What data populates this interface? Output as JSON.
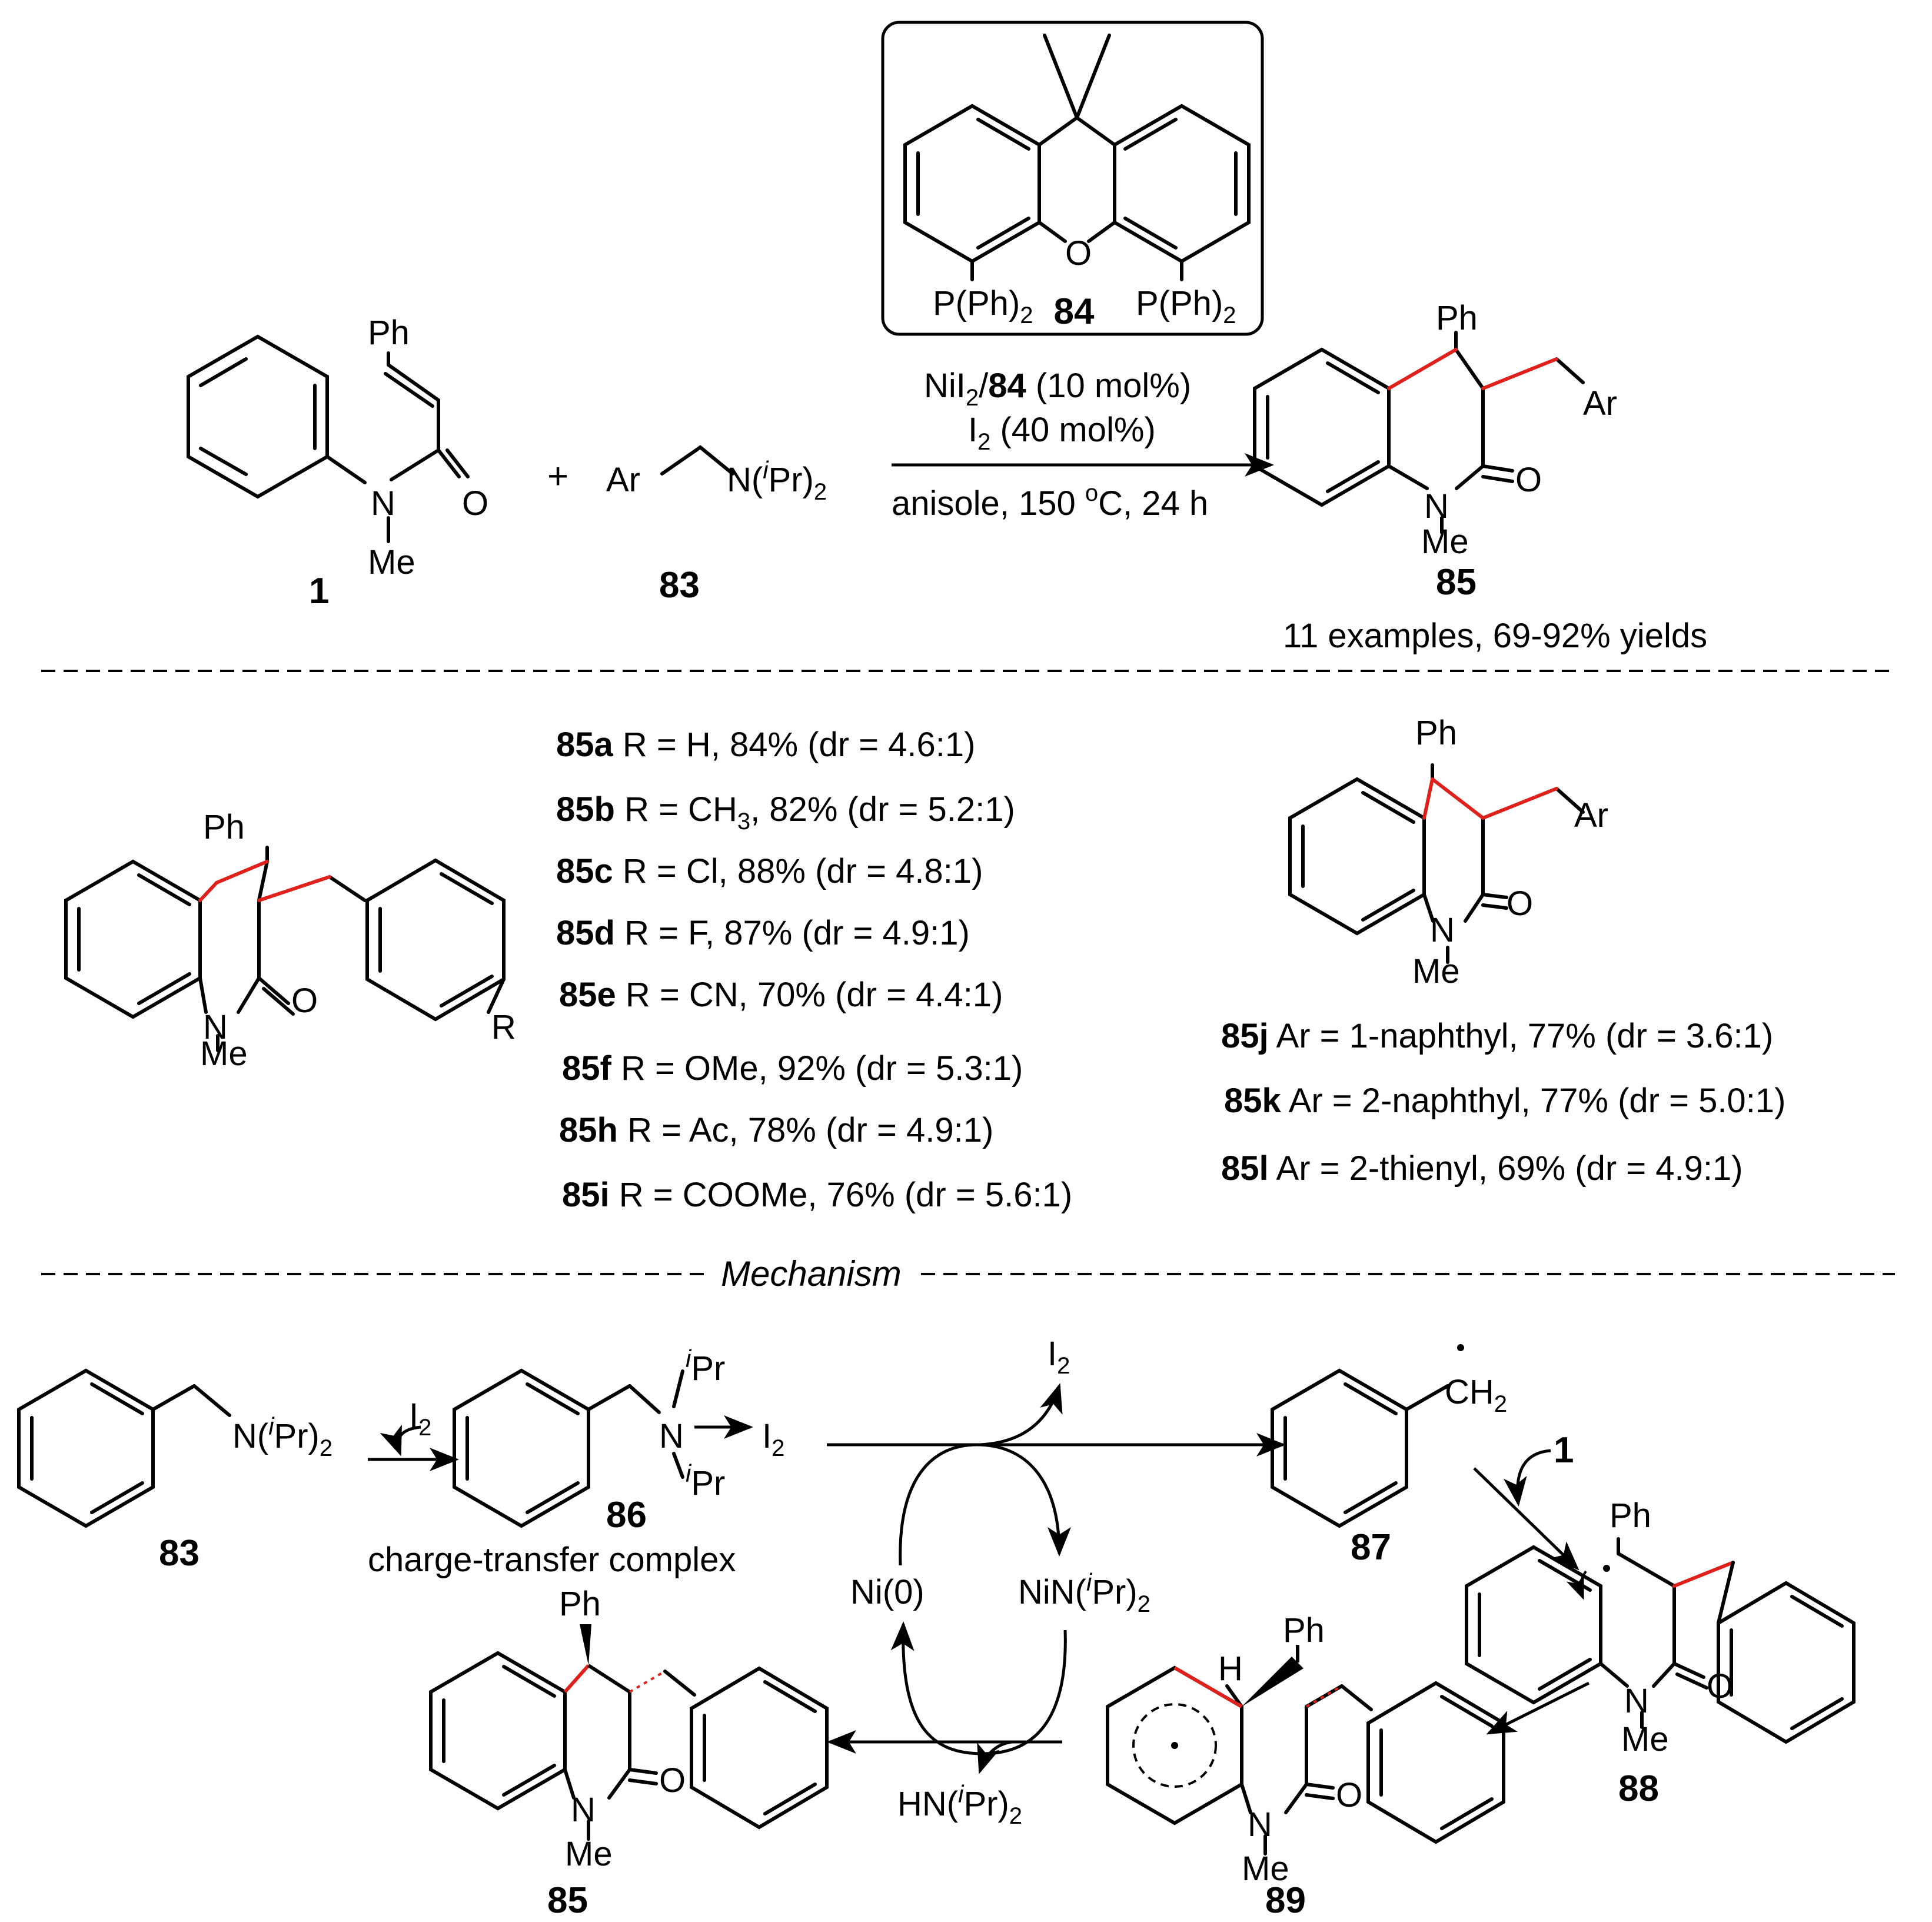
{
  "reaction": {
    "reactant1": {
      "id": "1",
      "substituents": {
        "ph": "Ph",
        "n": "N",
        "o": "O",
        "me": "Me"
      }
    },
    "plus": "+",
    "reactant2": {
      "id": "83",
      "ar": "Ar",
      "amine_pre": "N(",
      "amine_i": "i",
      "amine_mid": "Pr)",
      "amine_sub": "2"
    },
    "ligand": {
      "id": "84",
      "o": "O",
      "p_label": "P(Ph)",
      "p_sub": "2"
    },
    "conditions": {
      "cat_pre": "NiI",
      "cat_sub": "2",
      "cat_slash": "/",
      "cat_ligand": "84",
      "cat_post": " (10 mol%)",
      "iodine_pre": "I",
      "iodine_sub": "2",
      "iodine_post": " (40 mol%)",
      "solvent_pre": "anisole, 150 ",
      "temp_sup": "o",
      "solvent_post": "C, 24 h"
    },
    "product": {
      "id": "85",
      "ph": "Ph",
      "ar": "Ar",
      "n": "N",
      "o": "O",
      "me": "Me",
      "summary": "11 examples, 69-92% yields"
    }
  },
  "scope": {
    "left_structure": {
      "ph": "Ph",
      "n": "N",
      "o": "O",
      "me": "Me",
      "r": "R"
    },
    "right_structure": {
      "ph": "Ph",
      "ar": "Ar",
      "n": "N",
      "o": "O",
      "me": "Me"
    },
    "entries_r": [
      {
        "id": "85a",
        "pre": " R = H, 84% (dr = 4.6:1)"
      },
      {
        "id": "85b",
        "pre": " R = CH",
        "sub": "3",
        "post": ", 82% (dr = 5.2:1)"
      },
      {
        "id": "85c",
        "pre": " R = Cl, 88% (dr = 4.8:1)"
      },
      {
        "id": "85d",
        "pre": " R = F, 87% (dr = 4.9:1)"
      },
      {
        "id": "85e",
        "pre": " R = CN, 70% (dr = 4.4:1)"
      },
      {
        "id": "85f",
        "pre": " R = OMe, 92% (dr = 5.3:1)"
      },
      {
        "id": "85h",
        "pre": " R = Ac, 78% (dr = 4.9:1)"
      },
      {
        "id": "85i",
        "pre": " R = COOMe, 76% (dr = 5.6:1)"
      }
    ],
    "entries_ar": [
      {
        "id": "85j",
        "text": " Ar = 1-naphthyl, 77% (dr = 3.6:1)"
      },
      {
        "id": "85k",
        "text": " Ar = 2-naphthyl, 77% (dr = 5.0:1)"
      },
      {
        "id": "85l",
        "text": " Ar = 2-thienyl, 69% (dr = 4.9:1)"
      }
    ]
  },
  "mechanism": {
    "heading": "Mechanism",
    "c83": {
      "id": "83",
      "pre": "N(",
      "i": "i",
      "mid": "Pr)",
      "sub": "2"
    },
    "arrow1": {
      "pre": "I",
      "sub": "2"
    },
    "c86": {
      "id": "86",
      "caption": "charge-transfer complex",
      "n": "N",
      "i": "i",
      "pr": "Pr",
      "i2_pre": "I",
      "i2_sub": "2"
    },
    "released_i2": {
      "pre": "I",
      "sub": "2"
    },
    "c87": {
      "id": "87",
      "ch": "CH",
      "sub": "2"
    },
    "add1": "1",
    "c88": {
      "id": "88",
      "ph": "Ph",
      "n": "N",
      "o": "O",
      "me": "Me"
    },
    "c89": {
      "id": "89",
      "h": "H",
      "ph": "Ph",
      "n": "N",
      "o": "O",
      "me": "Me"
    },
    "c85": {
      "id": "85",
      "ph": "Ph",
      "n": "N",
      "o": "O",
      "me": "Me"
    },
    "ni0": "Ni(0)",
    "niamide": {
      "pre": "NiN(",
      "i": "i",
      "mid": "Pr)",
      "sub": "2"
    },
    "hamine": {
      "pre": "HN(",
      "i": "i",
      "mid": "Pr)",
      "sub": "2"
    }
  }
}
